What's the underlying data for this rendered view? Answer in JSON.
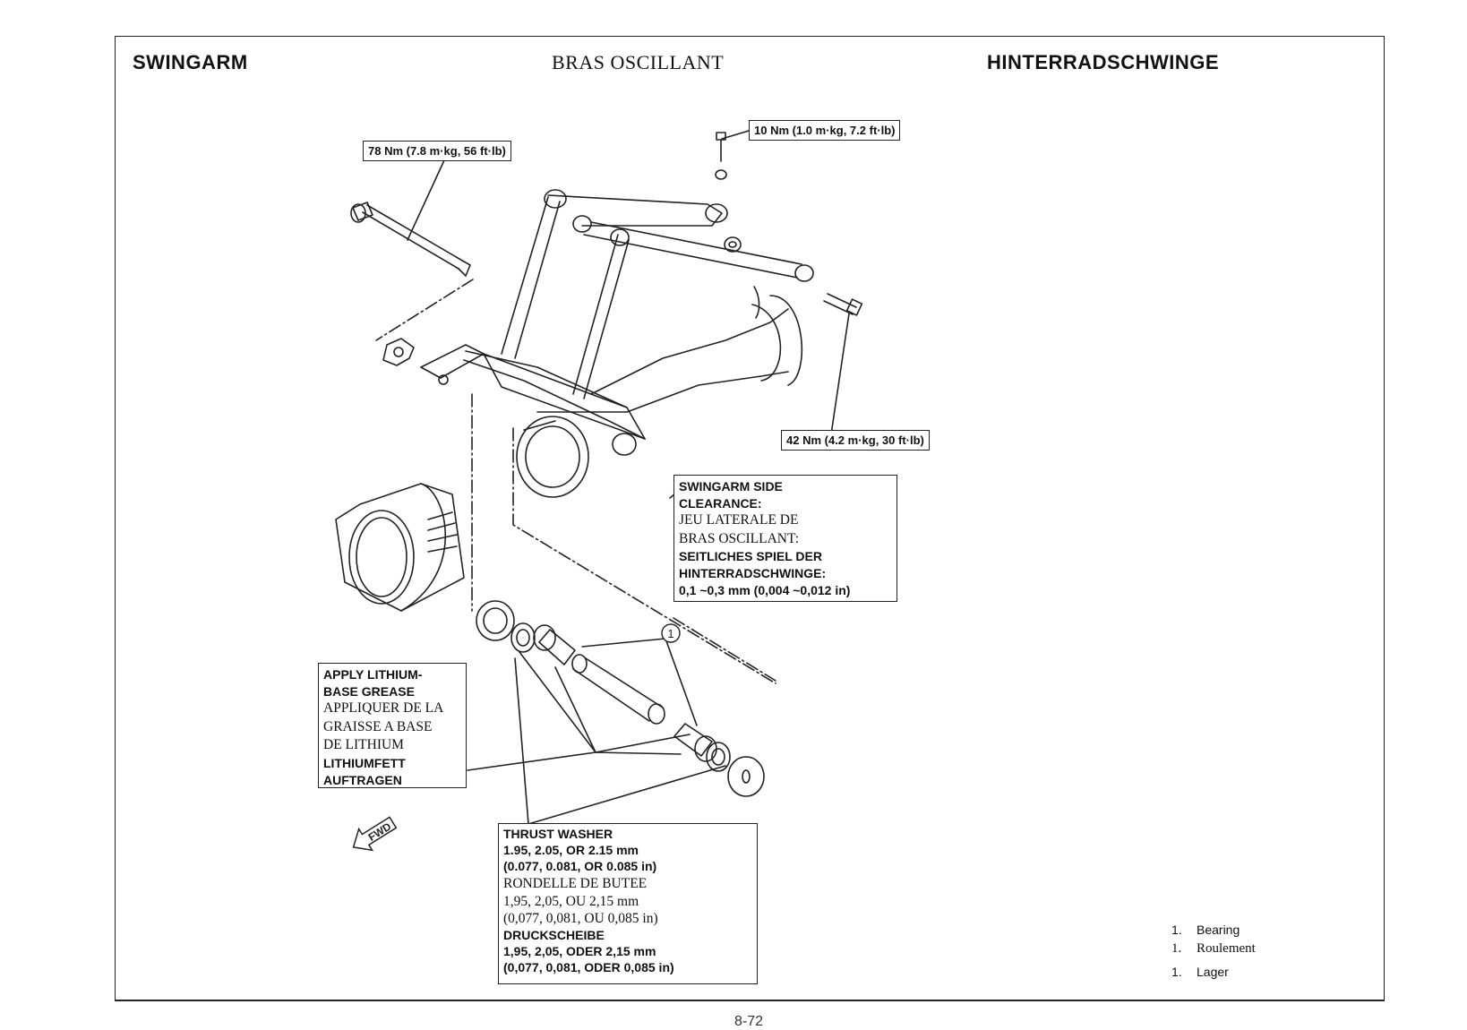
{
  "headers": {
    "en": "SWINGARM",
    "fr": "BRAS OSCILLANT",
    "de": "HINTERRADSCHWINGE"
  },
  "torques": {
    "top": "10 Nm (1.0 m·kg, 7.2 ft·lb)",
    "left": "78 Nm (7.8 m·kg, 56 ft·lb)",
    "right": "42 Nm (4.2 m·kg, 30 ft·lb)"
  },
  "clearance": {
    "en1": "SWINGARM SIDE",
    "en2": "CLEARANCE:",
    "fr1": "JEU LATERALE DE",
    "fr2": "BRAS OSCILLANT:",
    "de1": "SEITLICHES SPIEL DER",
    "de2": "HINTERRADSCHWINGE:",
    "value": "0,1 ~0,3 mm (0,004 ~0,012 in)"
  },
  "grease": {
    "en1": "APPLY LITHIUM-",
    "en2": "BASE GREASE",
    "fr1": "APPLIQUER DE LA",
    "fr2": "GRAISSE A BASE",
    "fr3": "DE LITHIUM",
    "de1": "LITHIUMFETT",
    "de2": "AUFTRAGEN"
  },
  "thrust": {
    "en1": "THRUST WASHER",
    "en2": "1.95, 2.05, OR 2.15 mm",
    "en3": "(0.077, 0.081, OR 0.085 in)",
    "fr1": "RONDELLE DE BUTEE",
    "fr2": "1,95, 2,05, OU 2,15 mm",
    "fr3": "(0,077, 0,081, OU 0,085 in)",
    "de1": "DRUCKSCHEIBE",
    "de2": "1,95, 2,05, ODER 2,15 mm",
    "de3": "(0,077, 0,081, ODER 0,085 in)"
  },
  "callout_number": "1",
  "fwd_label": "FWD",
  "legend": [
    {
      "num": "1.",
      "text": "Bearing"
    },
    {
      "num": "1.",
      "text": "Roulement"
    },
    {
      "num": "1.",
      "text": "Lager"
    }
  ],
  "page_number": "8-72"
}
